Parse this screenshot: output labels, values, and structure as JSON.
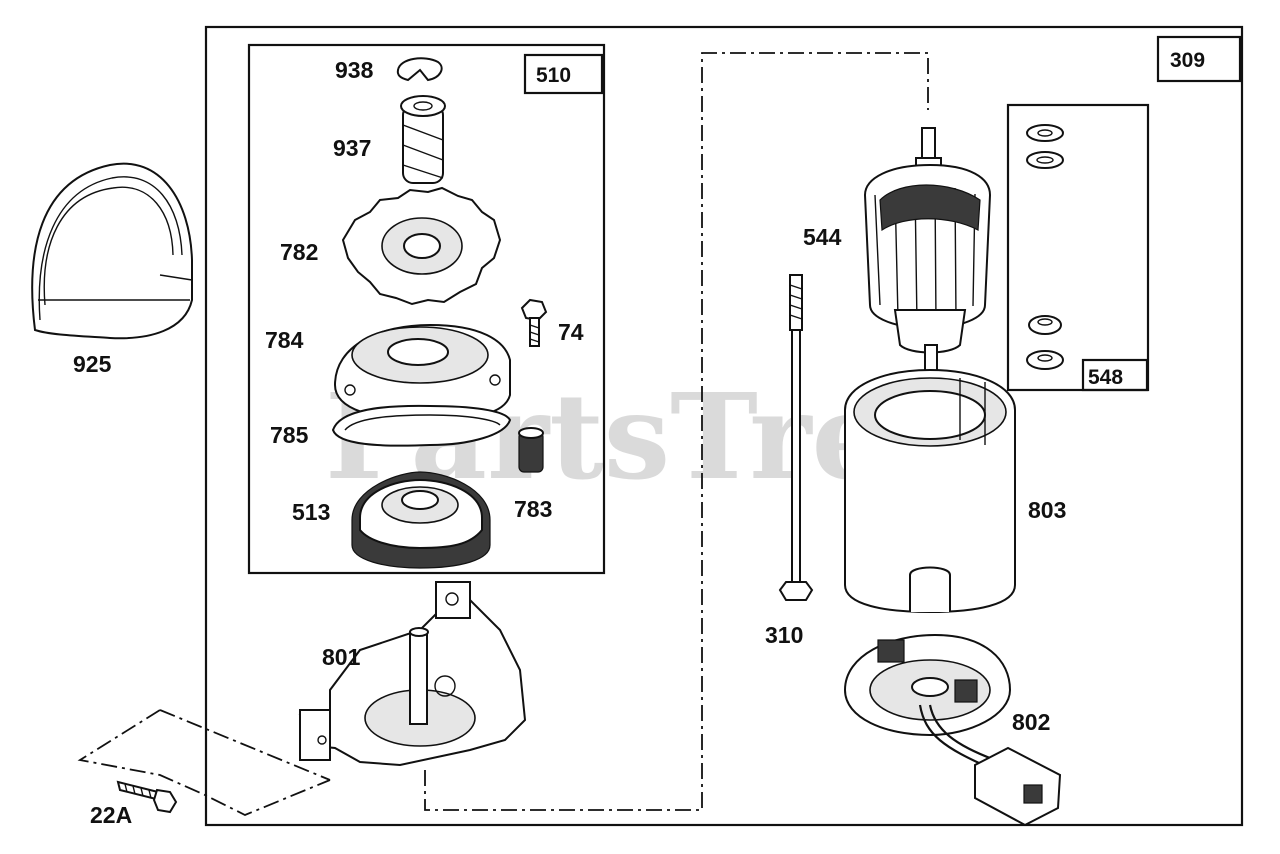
{
  "watermark": "PartsTree",
  "boxes": {
    "outer": "309",
    "inner_gear_assembly": "510",
    "washer_kit": "548"
  },
  "parts": {
    "p925": "925",
    "p938": "938",
    "p937": "937",
    "p782": "782",
    "p74": "74",
    "p784": "784",
    "p785": "785",
    "p513": "513",
    "p783": "783",
    "p801": "801",
    "p22a": "22A",
    "p544": "544",
    "p803": "803",
    "p310": "310",
    "p802": "802"
  }
}
